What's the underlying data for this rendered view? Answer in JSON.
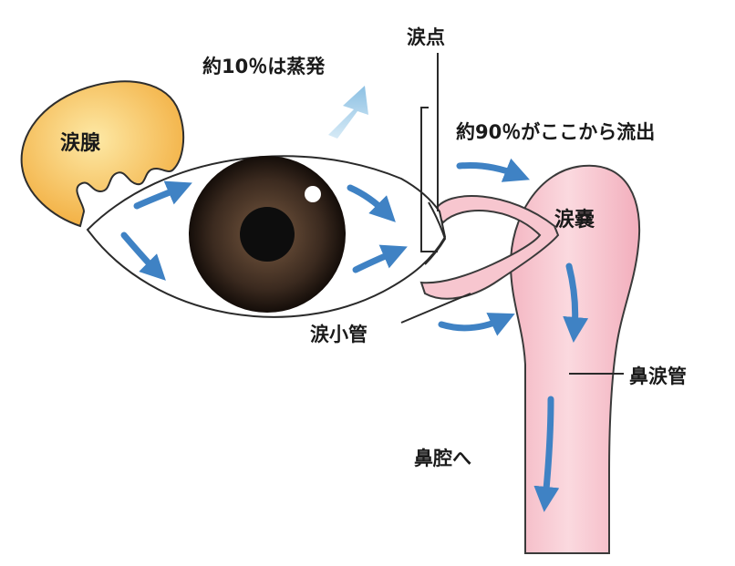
{
  "labels": {
    "lacrimal_gland": "涙腺",
    "evaporation": "約10％は蒸発",
    "lacrimal_punctum": "涙点",
    "outflow": "約90％がここから流出",
    "lacrimal_sac": "涙嚢",
    "canaliculus": "涙小管",
    "nasolacrimal_duct": "鼻涙管",
    "to_nasal_cavity": "鼻腔へ"
  },
  "colors": {
    "gland_fill": "#f7c45e",
    "duct_fill": "#f7c6cf",
    "duct_stroke": "#3a3a3a",
    "arrow_blue": "#3f82c4",
    "evaporation_arrow": "#a9cfe8",
    "iris": "#3a2a20",
    "pupil": "#0d0d0d"
  }
}
